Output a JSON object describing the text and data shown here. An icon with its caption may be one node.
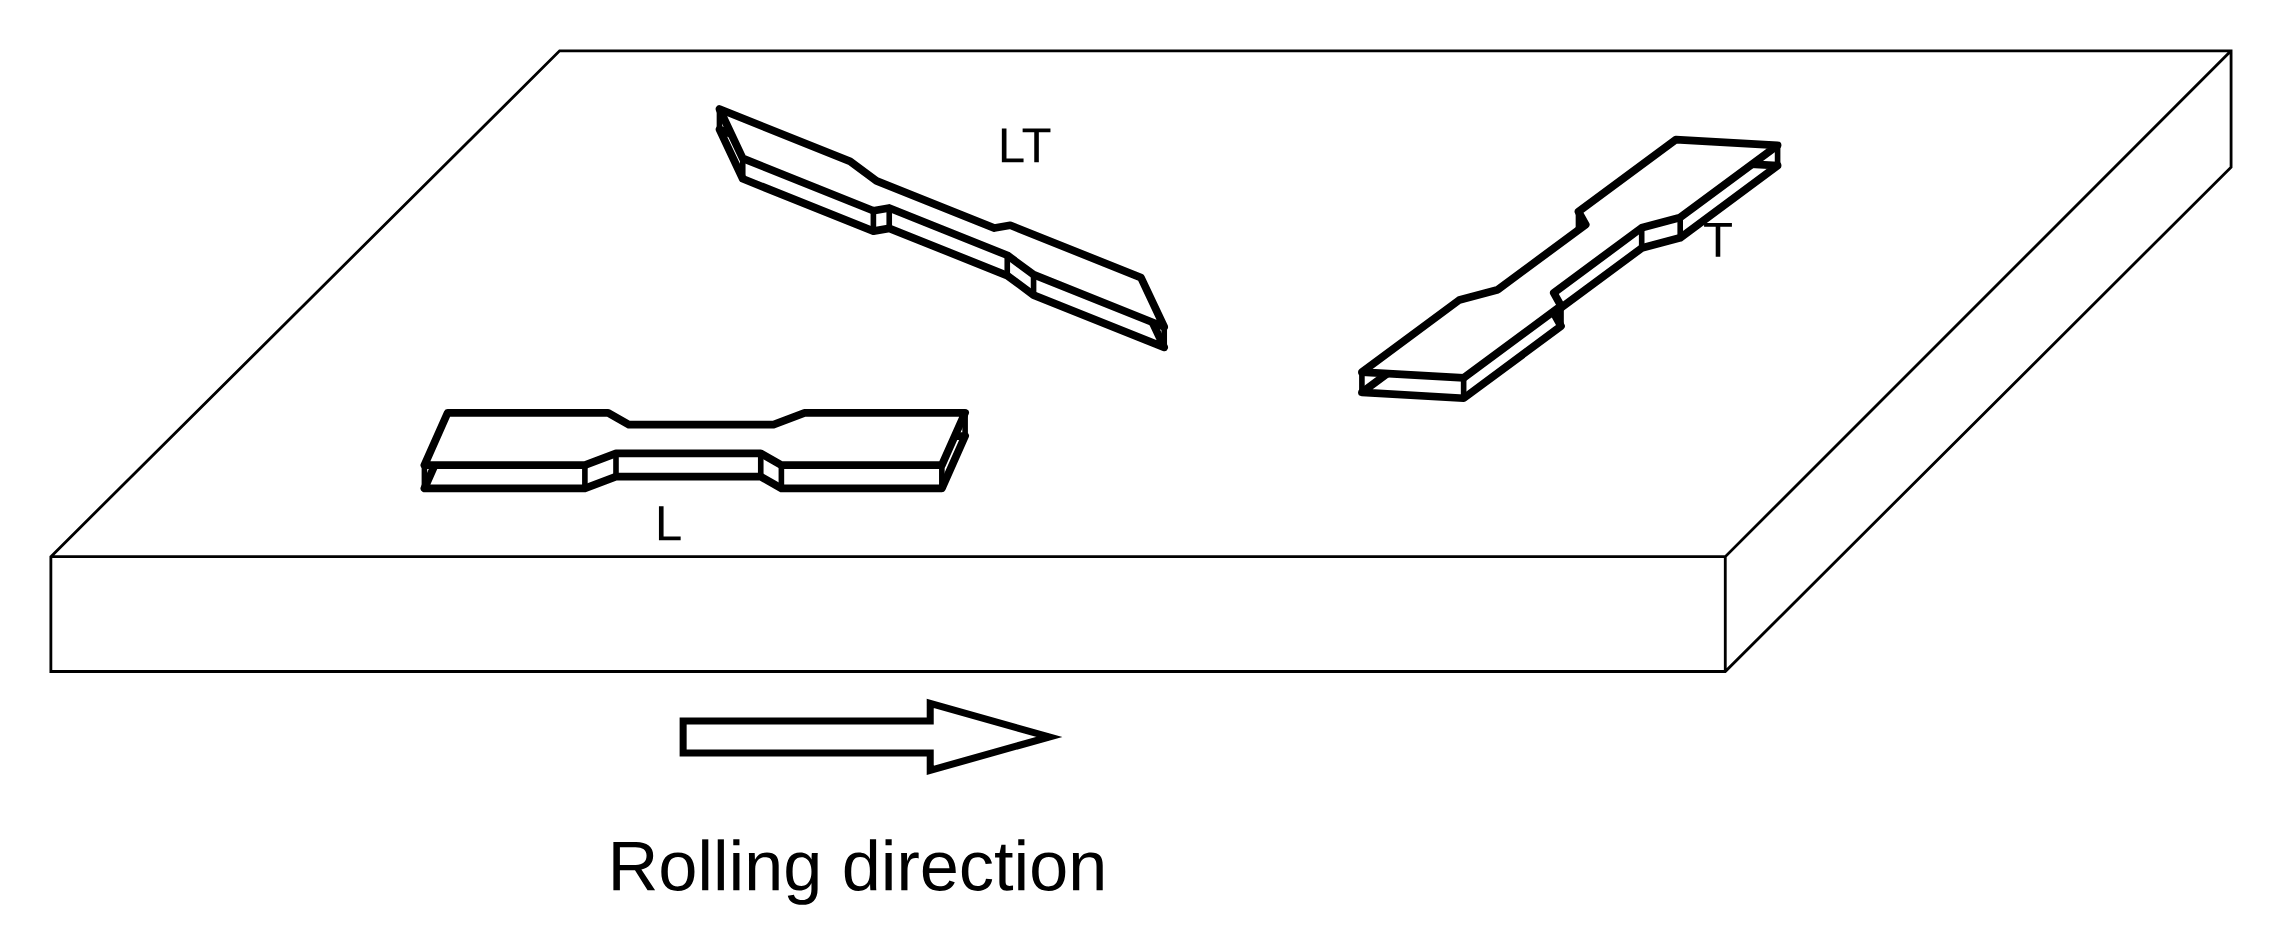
{
  "diagram": {
    "labels": [
      "LT",
      "T",
      "L",
      "Rolling direction"
    ]
  }
}
